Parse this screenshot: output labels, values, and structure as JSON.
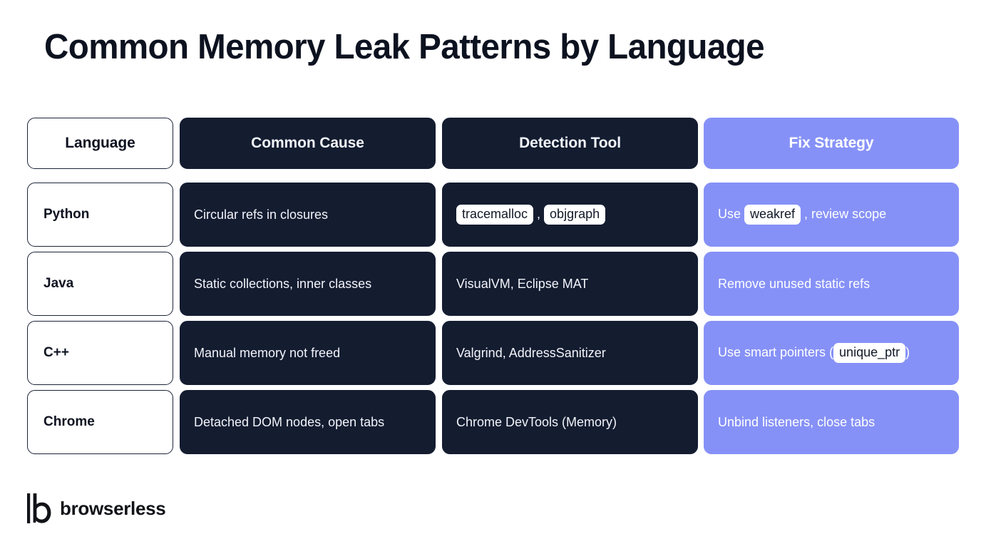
{
  "page": {
    "title": "Common Memory Leak Patterns by Language",
    "background": "#ffffff"
  },
  "colors": {
    "dark": "#141c30",
    "accent": "#8691f7",
    "text_dark": "#0d1220",
    "text_light": "#f2f4fa",
    "chip_bg": "#ffffff",
    "chip_text": "#111827"
  },
  "table": {
    "headers": {
      "language": "Language",
      "common_cause": "Common Cause",
      "detection_tool": "Detection Tool",
      "fix_strategy": "Fix Strategy"
    },
    "rows": [
      {
        "language": "Python",
        "cause": "Circular refs in closures",
        "tool_parts": [
          {
            "type": "code",
            "text": "tracemalloc"
          },
          {
            "type": "text",
            "text": " , "
          },
          {
            "type": "code",
            "text": "objgraph"
          }
        ],
        "tool_plain": "tracemalloc, objgraph",
        "fix_parts": [
          {
            "type": "text",
            "text": "Use "
          },
          {
            "type": "code",
            "text": "weakref"
          },
          {
            "type": "text",
            "text": " , review scope"
          }
        ],
        "fix_plain": "Use weakref, review scope"
      },
      {
        "language": "Java",
        "cause": "Static collections, inner classes",
        "tool_parts": [
          {
            "type": "text",
            "text": "VisualVM, Eclipse MAT"
          }
        ],
        "tool_plain": "VisualVM, Eclipse MAT",
        "fix_parts": [
          {
            "type": "text",
            "text": "Remove unused static refs"
          }
        ],
        "fix_plain": "Remove unused static refs"
      },
      {
        "language": "C++",
        "cause": "Manual memory not freed",
        "tool_parts": [
          {
            "type": "text",
            "text": "Valgrind, AddressSanitizer"
          }
        ],
        "tool_plain": "Valgrind, AddressSanitizer",
        "fix_parts": [
          {
            "type": "text",
            "text": "Use smart pointers ("
          },
          {
            "type": "code",
            "text": "unique_ptr"
          },
          {
            "type": "text",
            "text": ")"
          }
        ],
        "fix_plain": "Use smart pointers (unique_ptr)"
      },
      {
        "language": "Chrome",
        "cause": "Detached DOM nodes, open tabs",
        "tool_parts": [
          {
            "type": "text",
            "text": "Chrome DevTools (Memory)"
          }
        ],
        "tool_plain": "Chrome DevTools (Memory)",
        "fix_parts": [
          {
            "type": "text",
            "text": "Unbind listeners, close tabs"
          }
        ],
        "fix_plain": "Unbind listeners, close tabs"
      }
    ]
  },
  "footer": {
    "brand": "browserless",
    "logo_icon": "browserless-b-mark"
  }
}
